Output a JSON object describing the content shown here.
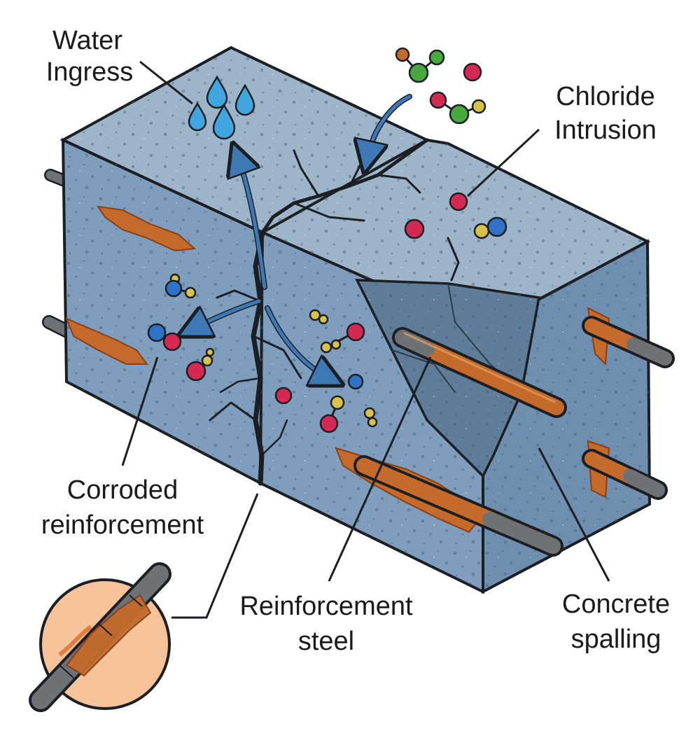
{
  "diagram": {
    "labels": {
      "water_ingress": [
        "Water",
        "Ingress"
      ],
      "chloride_intrusion": [
        "Chloride",
        "Intrusion"
      ],
      "corroded_reinforcement": [
        "Corroded",
        "reinforcement"
      ],
      "reinforcement_steel": [
        "Reinforcement",
        "steel"
      ],
      "concrete_spalling": [
        "Concrete",
        "spalling"
      ]
    },
    "colors": {
      "concrete_top": "#9db4c9",
      "concrete_front": "#7f9ebd",
      "concrete_side": "#6f8fb0",
      "spall_cavity": "#5f7d99",
      "outline": "#1b1f24",
      "rust": "#c46a2c",
      "rust_dark": "#8a3f14",
      "steel": "#6d7277",
      "water": "#3fa6df",
      "flow_arrow": "#3f79b5",
      "ion_red": "#d42a52",
      "ion_blue": "#2f73c8",
      "ion_green": "#47a83e",
      "ion_yellow": "#d8c24a",
      "inset_bg": "#f6c39a"
    },
    "icons": [
      "water-drop-icon",
      "chloride-molecule-icon",
      "flow-arrow-icon",
      "rebar-icon"
    ]
  }
}
